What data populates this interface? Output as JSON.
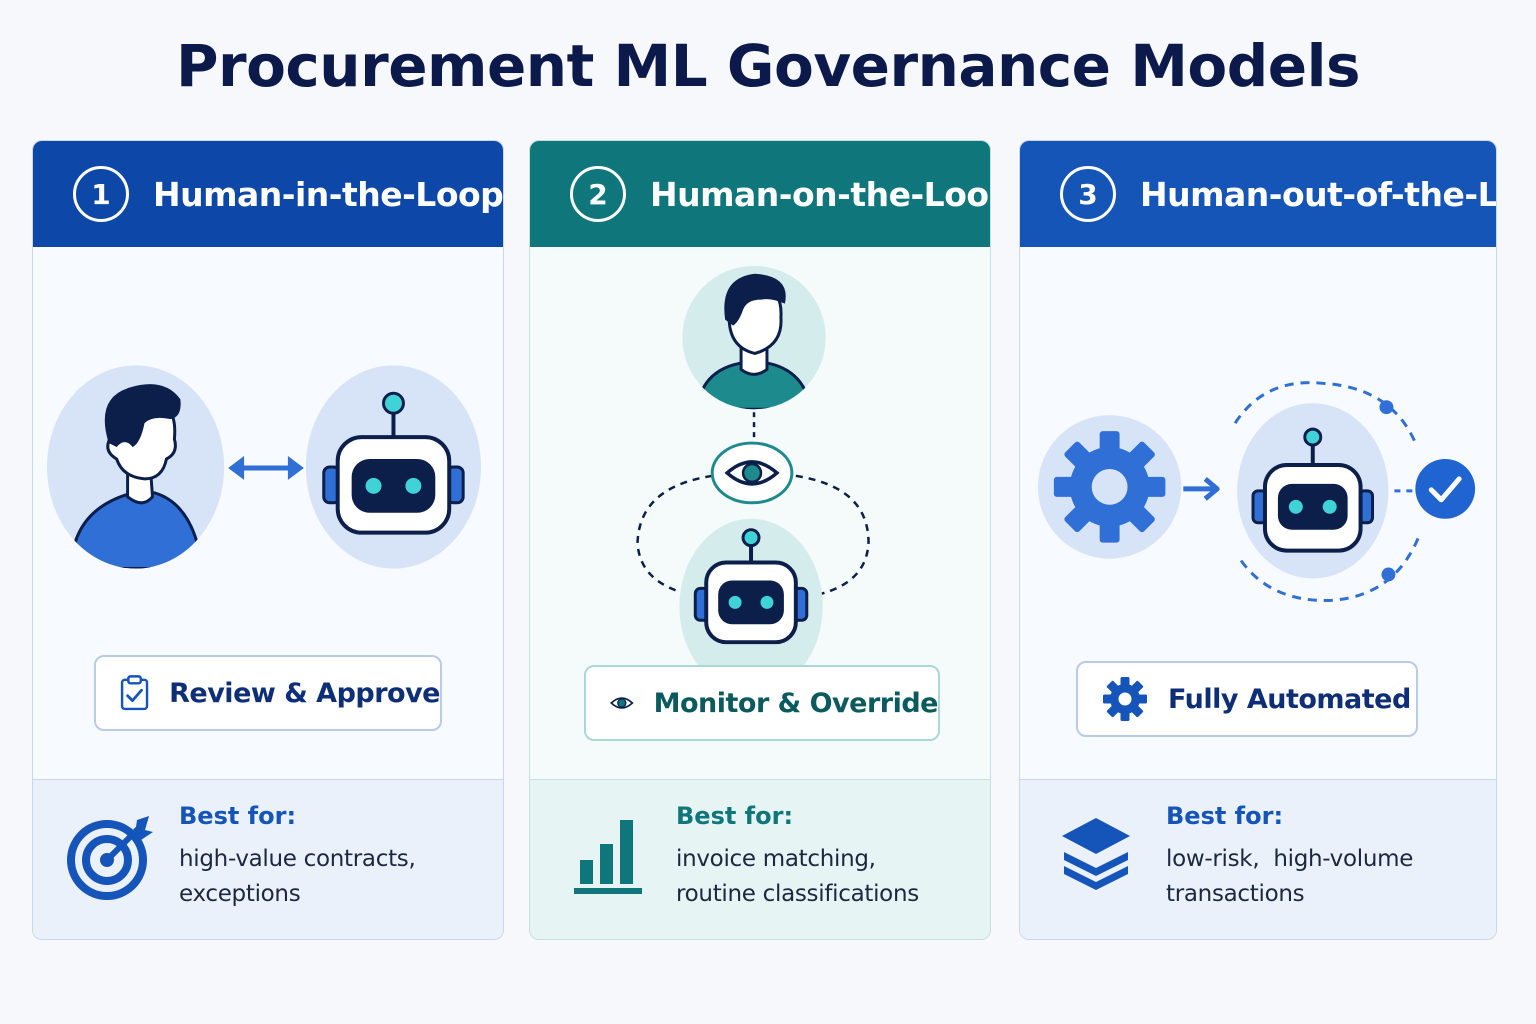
{
  "page": {
    "title": "Procurement ML Governance Models"
  },
  "models": [
    {
      "number": "1",
      "title": "Human-in-the-Loop",
      "mode_label": "Review & Approve",
      "best_for_title": "Best for:",
      "best_for_lines": [
        "high-value contracts,",
        "exceptions"
      ]
    },
    {
      "number": "2",
      "title": "Human-on-the-Loop",
      "mode_label": "Monitor & Override",
      "best_for_title": "Best for:",
      "best_for_lines": [
        "invoice matching,",
        "routine classifications"
      ]
    },
    {
      "number": "3",
      "title": "Human-out-of-the-Loop",
      "mode_label": "Fully Automated",
      "best_for_title": "Best for:",
      "best_for_lines": [
        "low-risk,  high-volume",
        "transactions"
      ]
    }
  ],
  "colors": {
    "title": "#0b1a4a",
    "header_1": "#0d48a8",
    "header_2": "#0f767b",
    "header_3": "#1555b8",
    "accent_blue": "#2f6fd6",
    "accent_teal": "#1d8a8e",
    "robot_dark": "#0c1f4a",
    "robot_eye": "#3fd3d8"
  },
  "icons": {
    "card_1": [
      "person-icon",
      "bidirectional-arrow-icon",
      "robot-icon",
      "clipboard-check-icon",
      "target-icon"
    ],
    "card_2": [
      "person-icon",
      "eye-icon",
      "robot-icon",
      "eye-icon",
      "bar-chart-icon"
    ],
    "card_3": [
      "gear-icon",
      "arrow-right-icon",
      "robot-icon",
      "check-circle-icon",
      "gear-icon",
      "layers-icon"
    ]
  }
}
